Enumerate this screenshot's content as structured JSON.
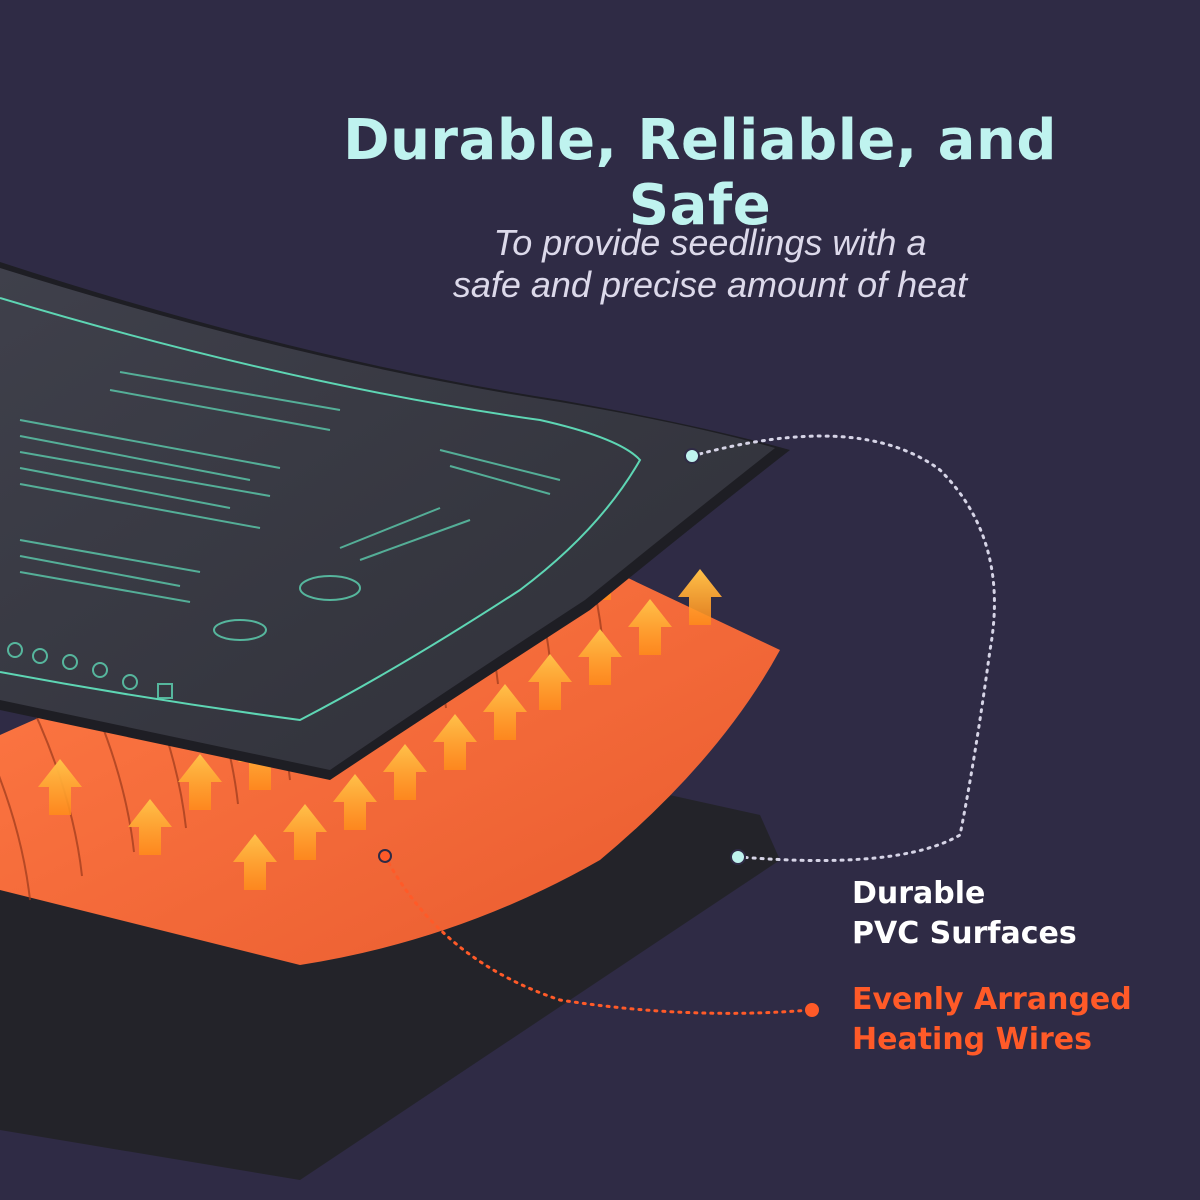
{
  "headline": "Durable, Reliable, and Safe",
  "subline": {
    "line1": "To provide seedlings with a",
    "line2": "safe and precise amount of heat"
  },
  "callouts": {
    "pvc": {
      "line1": "Durable",
      "line2": "PVC Surfaces",
      "color": "#ffffff"
    },
    "wires": {
      "line1": "Evenly Arranged",
      "line2": "Heating Wires",
      "color": "#ff5a28"
    }
  },
  "mat_label": {
    "title": "Seedling Heat Mat"
  },
  "colors": {
    "background": "#2f2b45",
    "headline": "#bff3ef",
    "top_layer": "#3a3b45",
    "heating_layer": "#f06a3a",
    "bottom_layer": "#232329",
    "arrows": "#ffb02e",
    "mint_print": "#5ed6b4"
  }
}
